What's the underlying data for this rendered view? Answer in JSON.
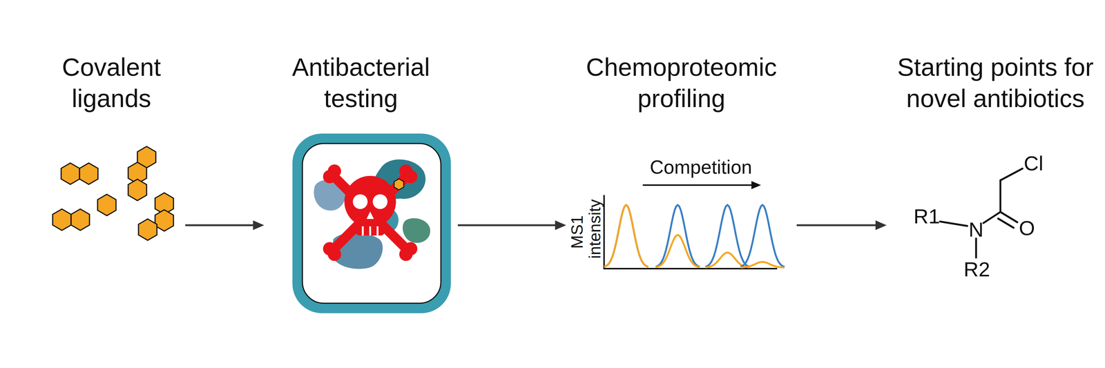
{
  "diagram": {
    "nodes": [
      {
        "text": [
          "Covalent ligands"
        ]
      },
      {
        "text": [
          "Antibacterial testing"
        ]
      },
      {
        "text": [
          "Chemoproteomic profiling"
        ]
      },
      {
        "text": [
          "Starting points for novel antibiotics"
        ]
      }
    ],
    "edges": [
      {
        "from": 0,
        "to": 1,
        "arrow": "to"
      },
      {
        "from": 1,
        "to": 2,
        "arrow": "to"
      },
      {
        "from": 2,
        "to": 3,
        "arrow": "to"
      }
    ],
    "labels": [
      "Competition",
      "MS1 intensity",
      "Cl",
      "R1",
      "N",
      "O",
      "R2"
    ]
  }
}
